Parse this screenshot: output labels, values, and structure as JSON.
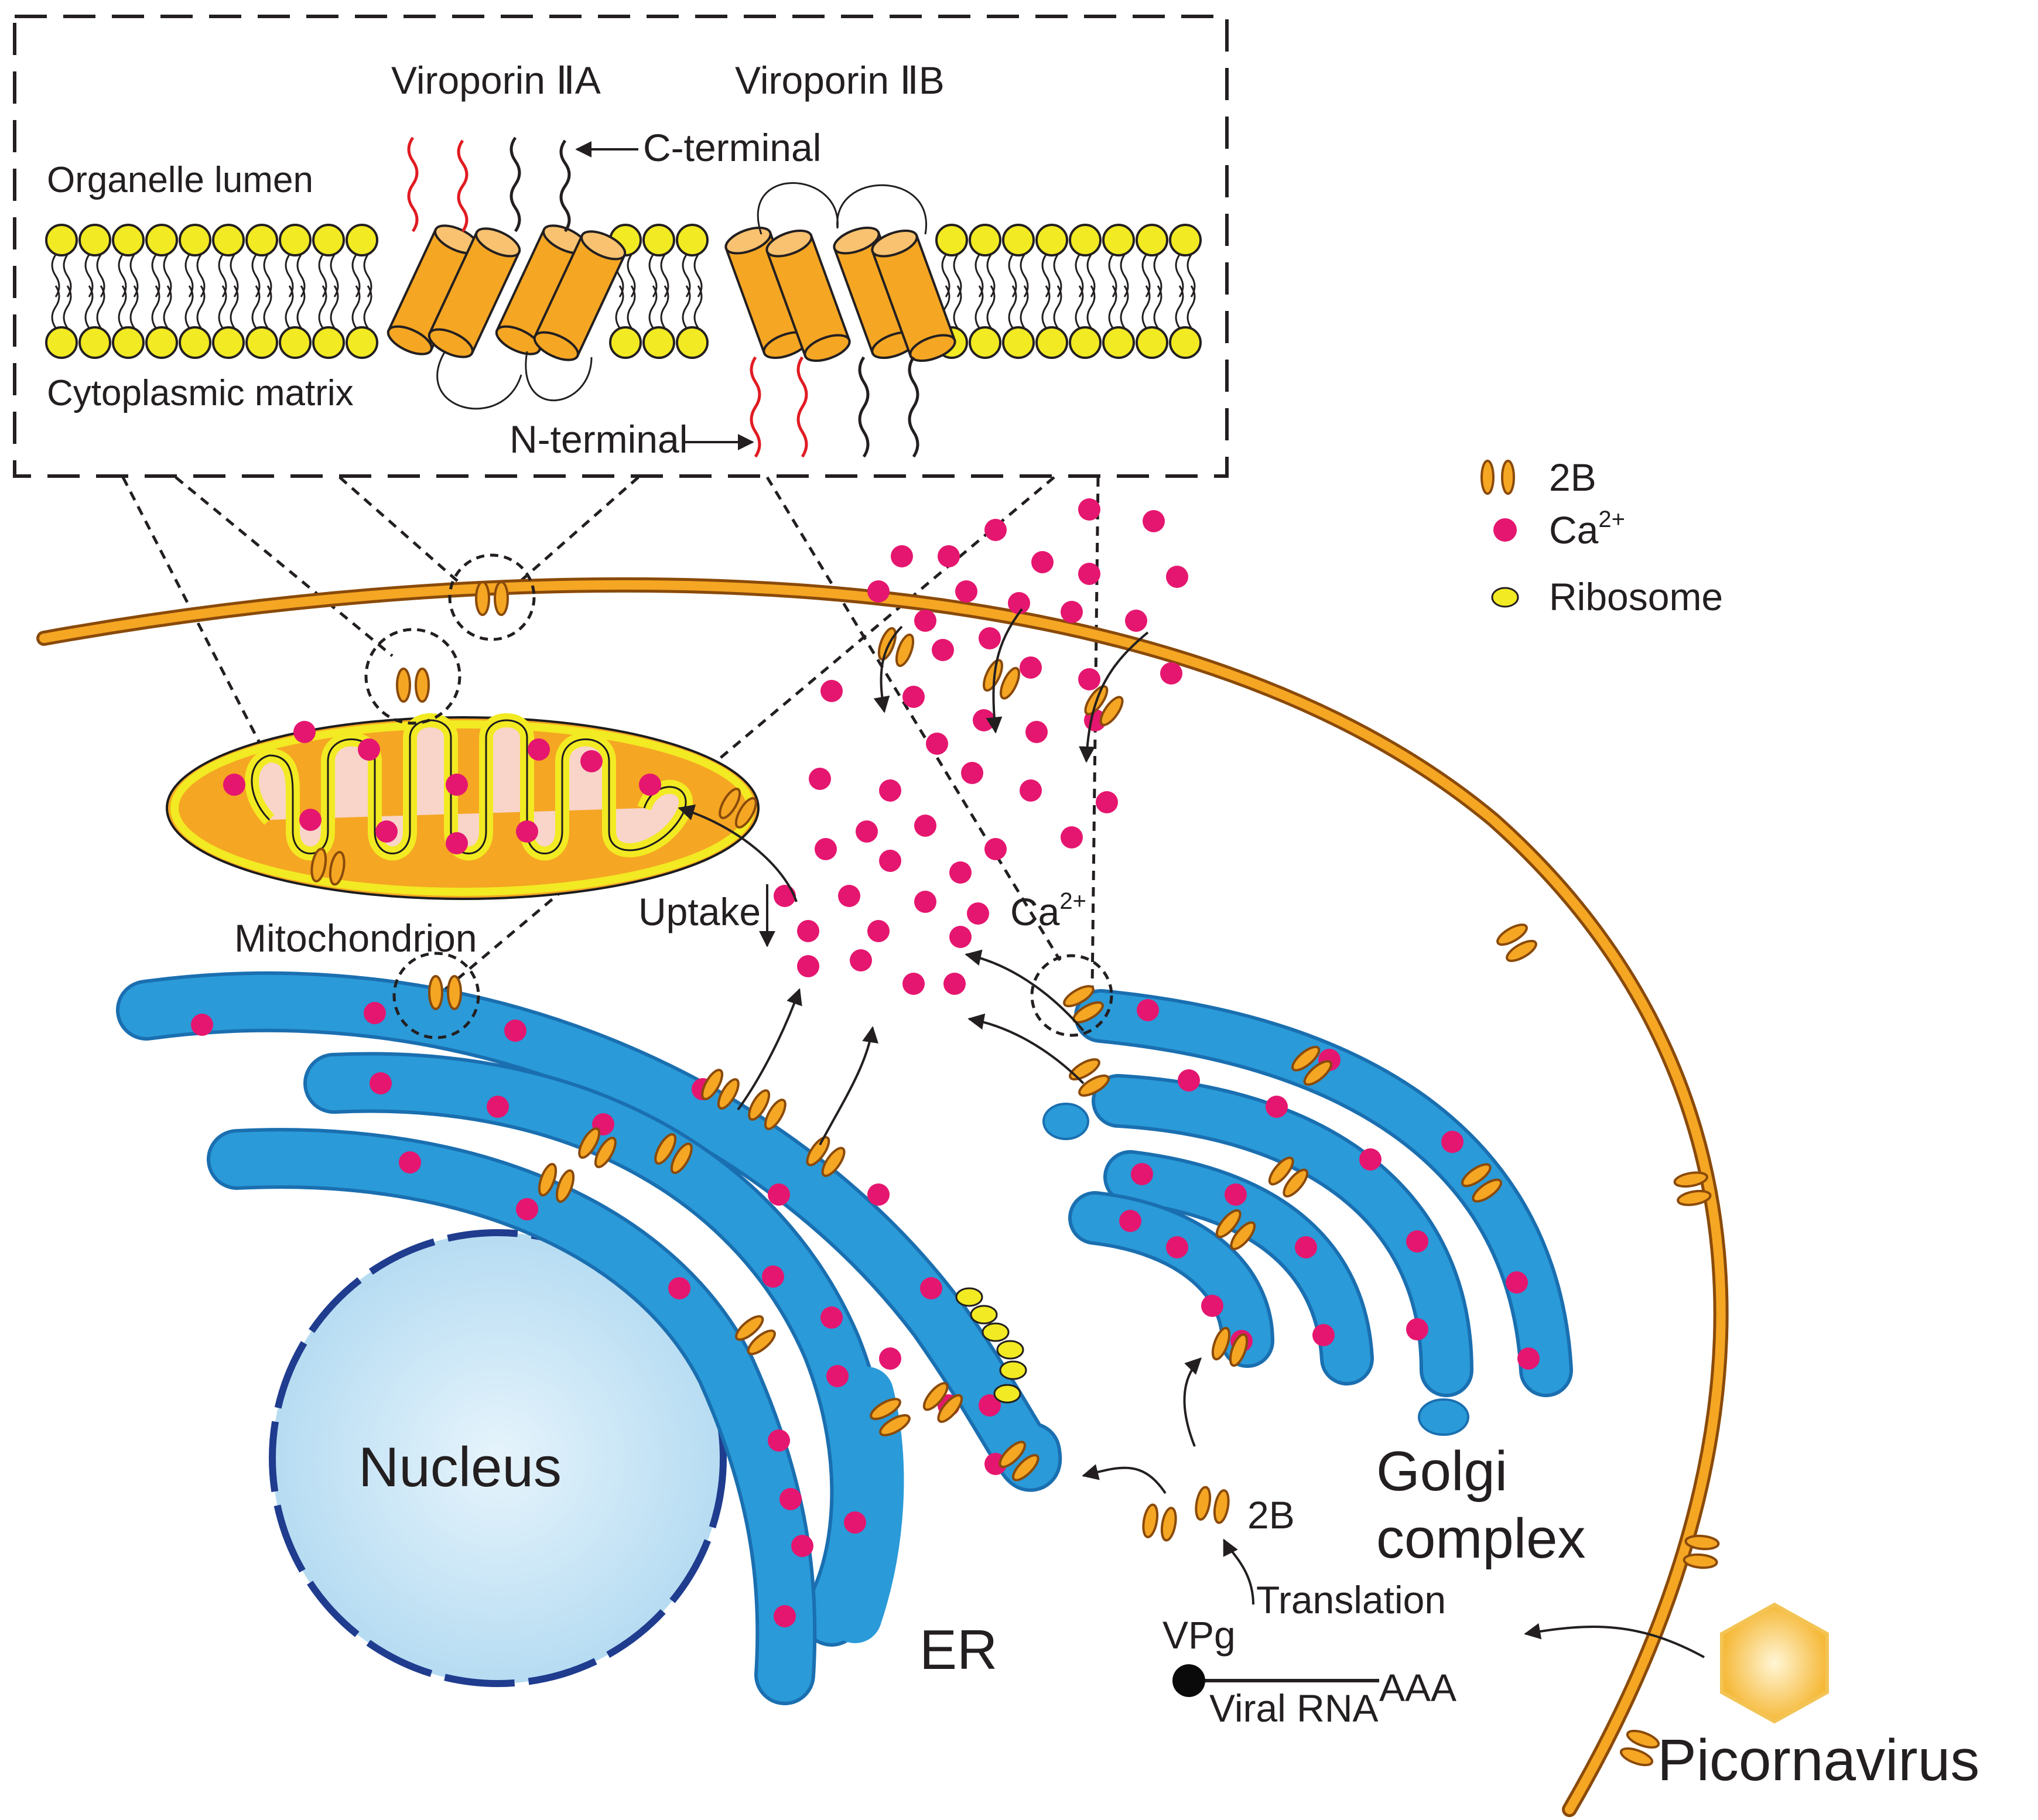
{
  "inset": {
    "viroporin_a": "Viroporin ⅡA",
    "viroporin_b": "Viroporin ⅡB",
    "c_terminal": "C-terminal",
    "n_terminal": "N-terminal",
    "organelle_lumen": "Organelle lumen",
    "cytoplasmic_matrix": "Cytoplasmic matrix"
  },
  "legend": {
    "protein_2b": "2B",
    "calcium": "Ca",
    "calcium_sup": "2+",
    "ribosome": "Ribosome"
  },
  "labels": {
    "mitochondrion": "Mitochondrion",
    "uptake": "Uptake",
    "ca": "Ca",
    "ca_sup": "2+",
    "nucleus": "Nucleus",
    "er": "ER",
    "golgi_line1": "Golgi",
    "golgi_line2": "complex",
    "protein_2b": "2B",
    "translation": "Translation",
    "vpg": "VPg",
    "viral_rna": "Viral RNA",
    "aaa": "AAA",
    "picornavirus": "Picornavirus"
  },
  "colors": {
    "membrane_orange": "#f5a623",
    "membrane_stroke": "#e07b10",
    "er_blue": "#2a9ad8",
    "calcium_pink": "#e5166f",
    "lipid_yellow": "#f2ea22",
    "nucleus_fill": "#c9e7f7",
    "nucleus_border": "#1f3c8e",
    "mito_inner": "#f8d5c8"
  }
}
